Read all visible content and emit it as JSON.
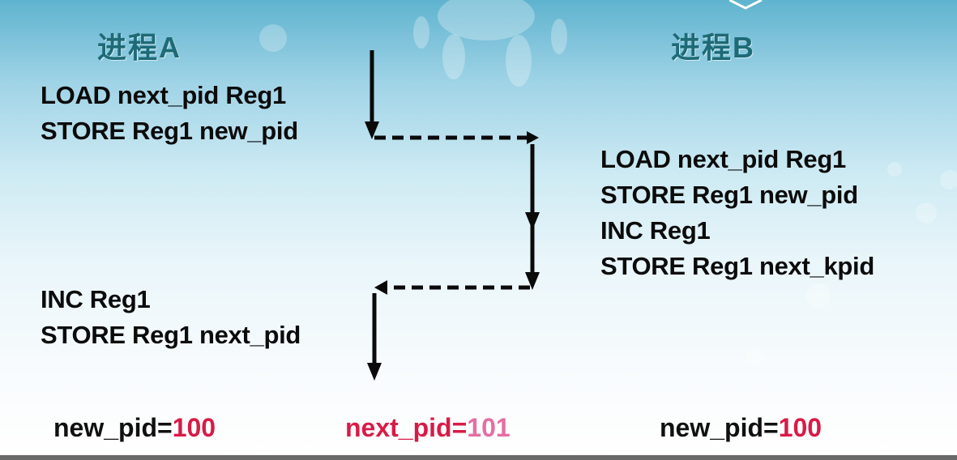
{
  "process_a": {
    "title": "进程A",
    "code_part1": [
      "LOAD next_pid Reg1",
      "STORE Reg1 new_pid"
    ],
    "code_part2": [
      "INC Reg1",
      "STORE Reg1 next_pid"
    ]
  },
  "process_b": {
    "title": "进程B",
    "code": [
      "LOAD next_pid Reg1",
      "STORE Reg1 new_pid",
      "INC Reg1",
      "STORE Reg1 next_kpid"
    ]
  },
  "results": {
    "a_label": "new_pid=",
    "a_value": "100",
    "next_label": "next_pid=",
    "next_value": "101",
    "b_label": "new_pid=",
    "b_value": "100"
  },
  "colors": {
    "title": "#1e6a76",
    "value_red": "#d81b46",
    "value_pink": "#e46fa4"
  }
}
